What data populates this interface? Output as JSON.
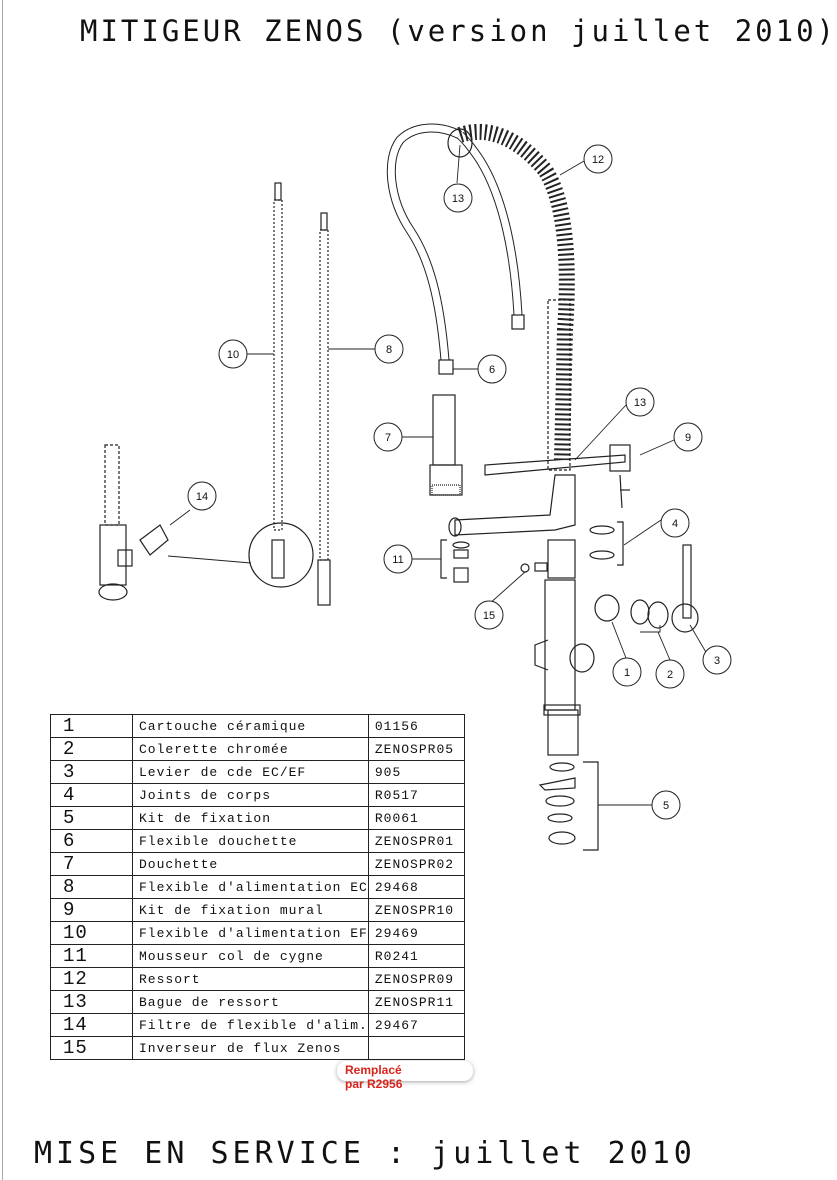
{
  "title": "MITIGEUR ZENOS  (version juillet 2010)",
  "footer": "MISE EN SERVICE : juillet 2010",
  "diagram": {
    "labels": [
      "1",
      "2",
      "3",
      "4",
      "5",
      "6",
      "7",
      "8",
      "9",
      "10",
      "11",
      "12",
      "13",
      "13",
      "14",
      "15"
    ]
  },
  "parts": [
    {
      "num": "1",
      "name": "Cartouche céramique",
      "ref": "01156"
    },
    {
      "num": "2",
      "name": "Colerette chromée",
      "ref": "ZENOSPR05"
    },
    {
      "num": "3",
      "name": "Levier de cde EC/EF",
      "ref": "905"
    },
    {
      "num": "4",
      "name": "Joints de corps",
      "ref": "R0517"
    },
    {
      "num": "5",
      "name": "Kit de fixation",
      "ref": "R0061"
    },
    {
      "num": "6",
      "name": "Flexible douchette",
      "ref": "ZENOSPR01"
    },
    {
      "num": "7",
      "name": "Douchette",
      "ref": "ZENOSPR02"
    },
    {
      "num": "8",
      "name": "Flexible d'alimentation EC",
      "ref": "29468"
    },
    {
      "num": "9",
      "name": "Kit de fixation mural",
      "ref": "ZENOSPR10"
    },
    {
      "num": "10",
      "name": "Flexible d'alimentation EF",
      "ref": "29469"
    },
    {
      "num": "11",
      "name": "Mousseur col de cygne",
      "ref": "R0241"
    },
    {
      "num": "12",
      "name": "Ressort",
      "ref": "ZENOSPR09"
    },
    {
      "num": "13",
      "name": "Bague de ressort",
      "ref": "ZENOSPR11"
    },
    {
      "num": "14",
      "name": "Filtre de flexible d'alim.",
      "ref": "29467"
    },
    {
      "num": "15",
      "name": "Inverseur de flux Zenos",
      "ref": ""
    }
  ],
  "note": {
    "line1": "Remplacé",
    "line2": "par R2956"
  }
}
